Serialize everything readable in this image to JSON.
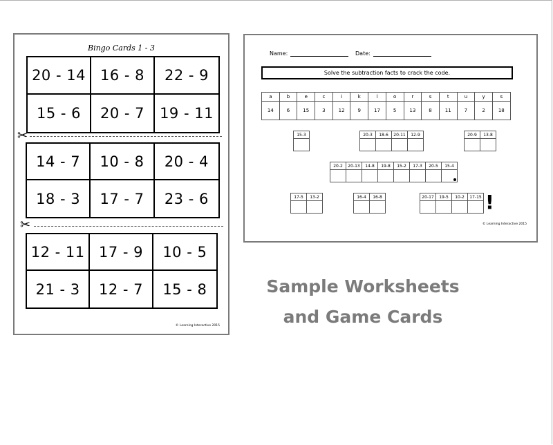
{
  "bingo": {
    "title": "Bingo Cards 1 - 3",
    "cards": [
      [
        "20 - 14",
        "16 - 8",
        "22 - 9",
        "15 - 6",
        "20 - 7",
        "19 - 11"
      ],
      [
        "14 - 7",
        "10 - 8",
        "20 - 4",
        "18 - 3",
        "17 - 7",
        "23 - 6"
      ],
      [
        "12 - 11",
        "17 - 9",
        "10 - 5",
        "21 - 3",
        "12 - 7",
        "15 - 8"
      ]
    ],
    "copyright": "© Learning Interactive 2015"
  },
  "worksheet": {
    "name_label": "Name:",
    "date_label": "Date:",
    "instructions": "Solve the subtraction facts to crack the code.",
    "key_letters": [
      "a",
      "b",
      "e",
      "c",
      "i",
      "k",
      "l",
      "o",
      "r",
      "s",
      "t",
      "u",
      "y",
      "s"
    ],
    "key_numbers": [
      "14",
      "6",
      "15",
      "3",
      "12",
      "9",
      "17",
      "5",
      "13",
      "8",
      "11",
      "7",
      "2",
      "18"
    ],
    "groups": [
      [
        "15-3"
      ],
      [
        "20-3",
        "18-6",
        "20-11",
        "12-9"
      ],
      [
        "20-9",
        "13-8"
      ],
      [
        "20-2",
        "20-13",
        "14-8",
        "19-8",
        "15-2",
        "17-3",
        "20-5",
        "15-4"
      ],
      [
        "17-5",
        "13-2"
      ],
      [
        "16-4",
        "16-8"
      ],
      [
        "20-17",
        "19-5",
        "10-2",
        "17-15"
      ]
    ],
    "copyright": "© Learning Interactive 2015"
  },
  "caption": {
    "line1": "Sample Worksheets",
    "line2": "and Game Cards"
  }
}
